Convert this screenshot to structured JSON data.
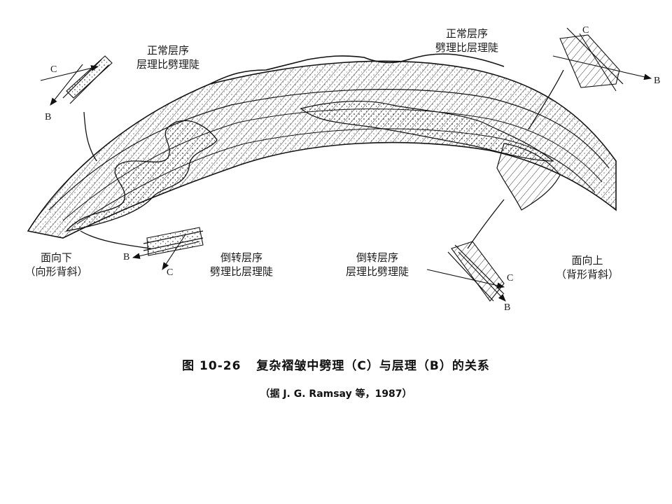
{
  "figure": {
    "labels": {
      "upper_left": [
        "正常层序",
        "层理比劈理陡"
      ],
      "upper_right": [
        "正常层序",
        "劈理比层理陡"
      ],
      "lower_left_face": [
        "面向下",
        "（向形背斜）"
      ],
      "lower_mid_left": [
        "倒转层序",
        "劈理比层理陡"
      ],
      "lower_mid_right": [
        "倒转层序",
        "层理比劈理陡"
      ],
      "lower_right_face": [
        "面向上",
        "（背形背斜）"
      ]
    },
    "letters": {
      "cleavage": "C",
      "bedding": "B"
    }
  },
  "caption": {
    "number": "图 10-26",
    "title": "复杂褶皱中劈理（C）与层理（B）的关系",
    "source": "（据 J. G. Ramsay 等，1987）"
  }
}
